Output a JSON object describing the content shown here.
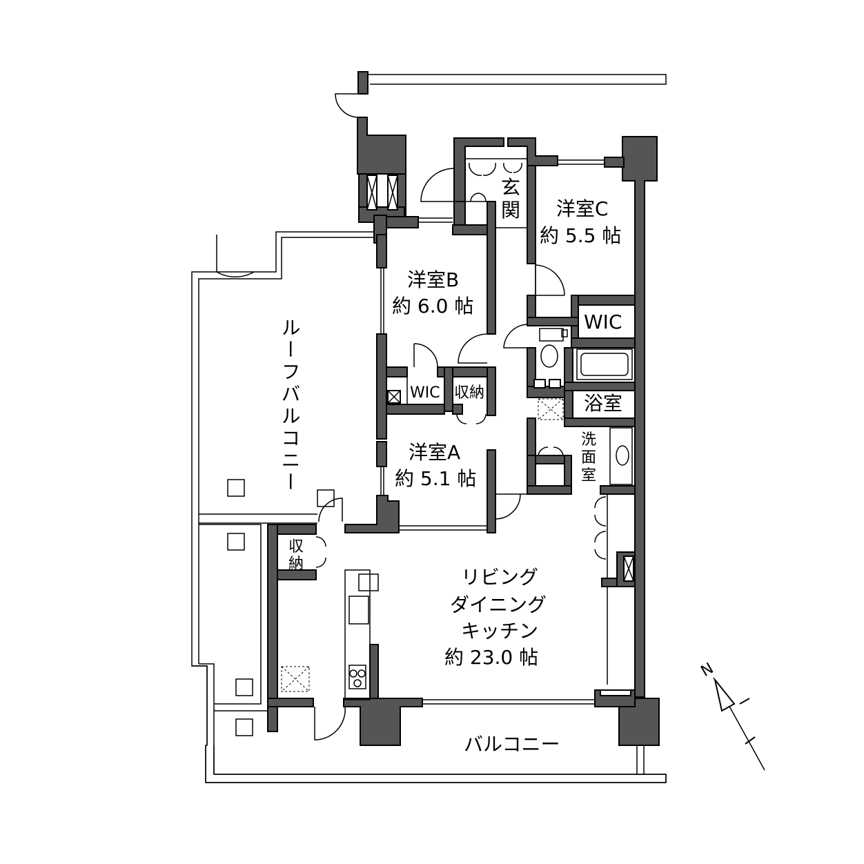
{
  "rooms": {
    "roof_balcony": "ルーフバルコニー",
    "room_b": {
      "name": "洋室B",
      "size": "約 6.0 帖"
    },
    "room_c": {
      "name": "洋室C",
      "size": "約 5.5 帖"
    },
    "room_a": {
      "name": "洋室A",
      "size": "約 5.1 帖"
    },
    "entrance": [
      "玄",
      "関"
    ],
    "wic_b": "WIC",
    "wic_c": "WIC",
    "storage_b": "収納",
    "bath": "浴室",
    "washroom": [
      "洗",
      "面",
      "室"
    ],
    "storage_ldk": [
      "収",
      "納"
    ],
    "ldk": {
      "line1": "リビング",
      "line2": "ダイニング",
      "line3": "キッチン",
      "size": "約 23.0 帖"
    },
    "balcony": "バルコニー"
  },
  "compass": {
    "label": "N"
  },
  "colors": {
    "wall": "#555555",
    "line": "#000000"
  }
}
